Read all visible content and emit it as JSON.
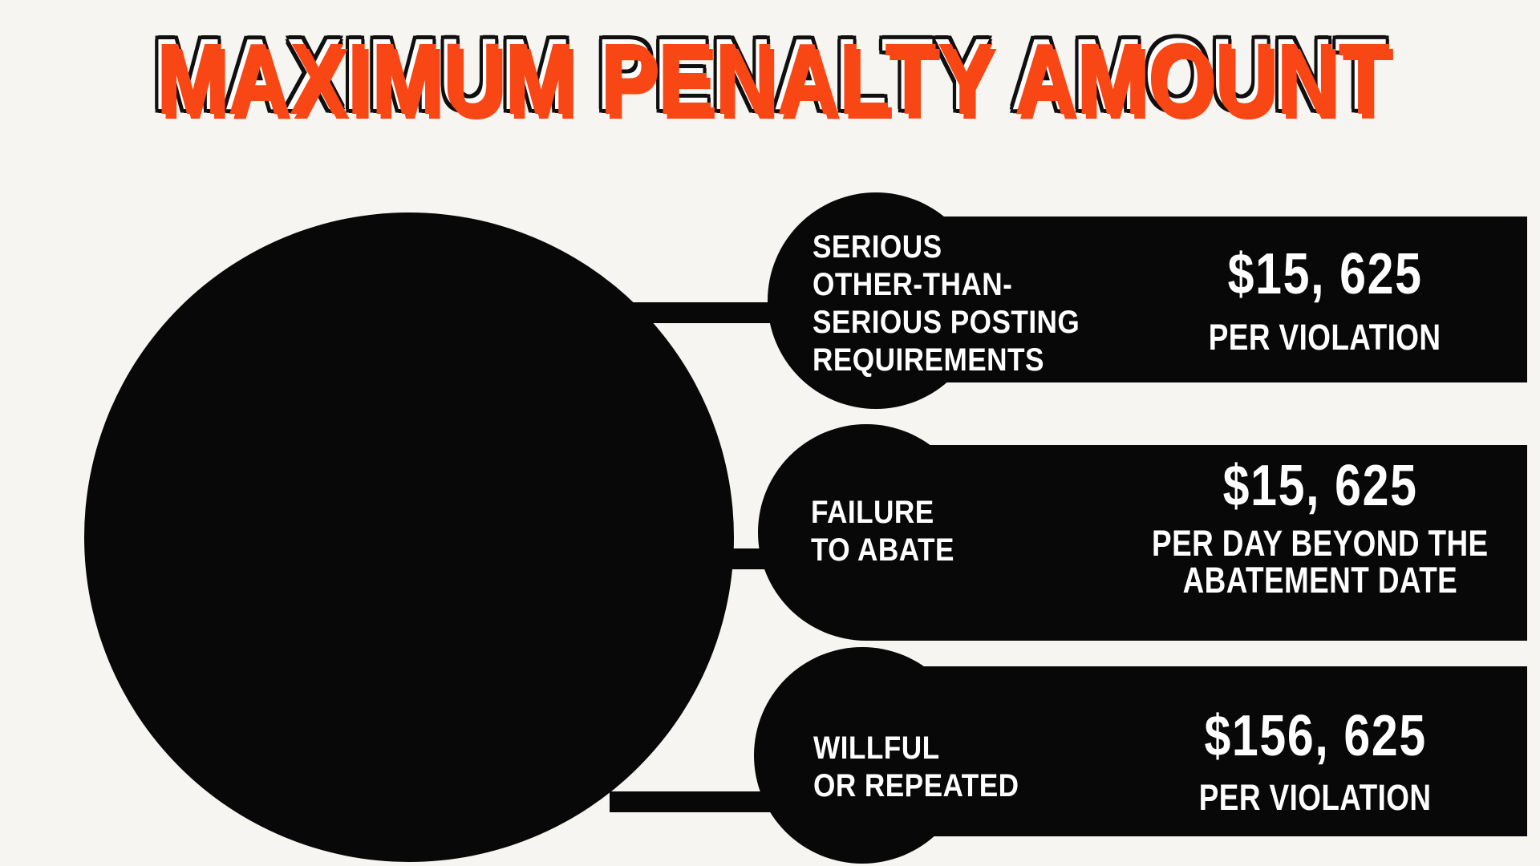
{
  "title": "MAXIMUM PENALTY AMOUNT",
  "colors": {
    "accent_orange": "#f84714",
    "shape_black": "#080808",
    "background": "#f6f5f2",
    "text_white": "#ffffff"
  },
  "diagram": {
    "hub": "large-black-circle",
    "rows": [
      {
        "label_lines": [
          "SERIOUS",
          "OTHER-THAN-",
          "SERIOUS POSTING",
          "REQUIREMENTS"
        ],
        "amount": "$15, 625",
        "caption_lines": [
          "PER VIOLATION"
        ]
      },
      {
        "label_lines": [
          "FAILURE",
          "TO ABATE"
        ],
        "amount": "$15, 625",
        "caption_lines": [
          "PER DAY BEYOND THE",
          "ABATEMENT DATE"
        ]
      },
      {
        "label_lines": [
          "WILLFUL",
          "OR REPEATED"
        ],
        "amount": "$156, 625",
        "caption_lines": [
          "PER VIOLATION"
        ]
      }
    ]
  }
}
